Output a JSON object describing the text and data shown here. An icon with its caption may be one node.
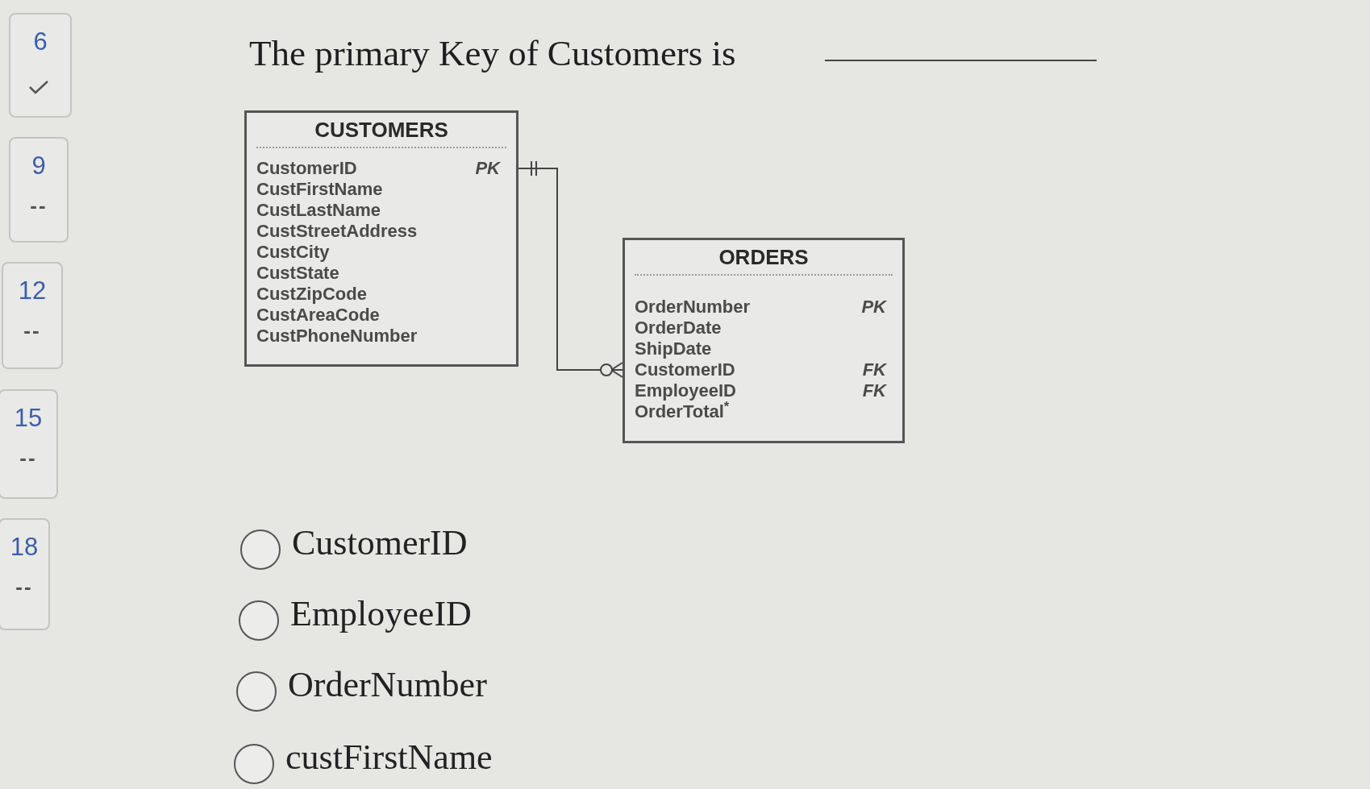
{
  "diagram": {
    "title": "The primary Key of Customers is",
    "nodes": [
      {
        "text": [
          "CUSTOMERS",
          "CustomerID",
          "PK",
          "CustFirstName",
          "CustLastName",
          "CustStreetAddress",
          "CustCity",
          "CustState",
          "CustZipCode",
          "CustAreaCode",
          "CustPhoneNumber"
        ]
      },
      {
        "text": [
          "ORDERS",
          "OrderNumber",
          "PK",
          "OrderDate",
          "ShipDate",
          "CustomerID",
          "FK",
          "EmployeeID",
          "FK",
          "OrderTotal$^{*}$"
        ]
      }
    ],
    "edges": [
      {
        "from": 0,
        "to": 1,
        "arrow": "other"
      }
    ],
    "labels": [
      "6",
      "9",
      "--",
      "12",
      "--",
      "15",
      "--",
      "18",
      "--",
      "CustomerID",
      "EmployeeID",
      "OrderNumber",
      "custFirstName"
    ]
  }
}
